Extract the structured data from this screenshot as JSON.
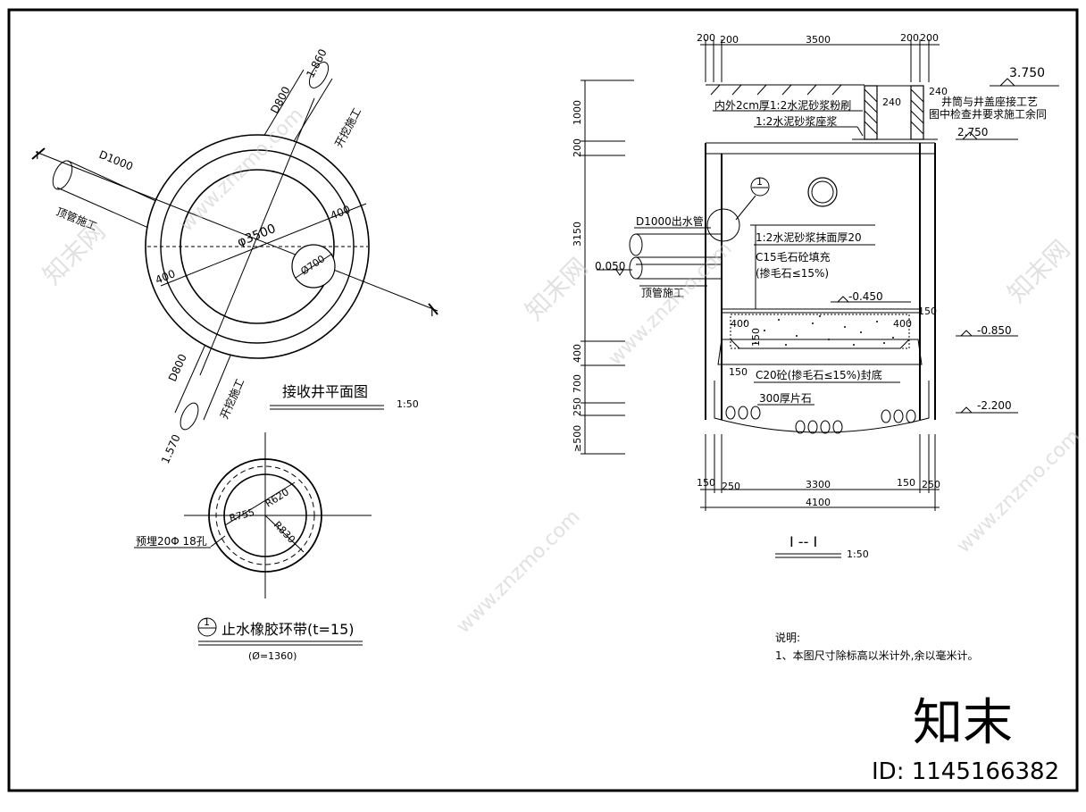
{
  "plan": {
    "title": "接收井平面图",
    "scale": "1:50",
    "dim_dia": "φ3500",
    "wall_a": "400",
    "wall_b": "400",
    "pipe_top": "D800",
    "pipe_top_note": "开挖施工",
    "slope_top": "1.860",
    "pipe_left": "D1000",
    "pipe_left_note": "顶管施工",
    "pipe_bottom": "D800",
    "pipe_bottom_note": "开挖施工",
    "slope_bottom": "1.570",
    "opening": "Ø700",
    "section_mark": "I"
  },
  "ring": {
    "r1": "R755",
    "r2": "R620",
    "r3": "R830",
    "holes": "预埋20Φ 18孔",
    "badge": "1",
    "title": "止水橡胶环带(t=15)",
    "sub": "(Ø=1360)"
  },
  "section": {
    "title": "I -- I",
    "scale": "1:50",
    "top_dims": [
      "200",
      "200",
      "3500",
      "200",
      "200"
    ],
    "left_dims": [
      "1000",
      "200",
      "3150",
      "400",
      "700",
      "250",
      "≥500"
    ],
    "bottom_dims": [
      "150",
      "250",
      "3300",
      "150",
      "250"
    ],
    "total": "4100",
    "elev_top": "3.750",
    "elev_cover": "2.750",
    "elev_floor": "-0.450",
    "elev_mid": "-0.850",
    "elev_bottom": "-2.200",
    "elev_pipe": "0.050",
    "note_plaster": "内外2cm厚1:2水泥砂浆粉刷",
    "note_mortar": "1:2水泥砂浆座浆",
    "note_cover_1": "井筒与井盖座接工艺",
    "note_cover_2": "图中检查井要求施工余同",
    "dim_240a": "240",
    "dim_240b": "240",
    "pipe_label": "D1000出水管",
    "pipe_note": "顶管施工",
    "fill_1": "1:2水泥砂浆抹面厚20",
    "fill_2": "C15毛石砼填充",
    "fill_3": "(掺毛石≤15%)",
    "dim_150a": "150",
    "dim_400a": "400",
    "dim_400b": "400",
    "dim_150b": "150",
    "dim_150c": "150",
    "seal": "C20砼(掺毛石≤15%)封底",
    "stone": "300厚片石",
    "badge": "1"
  },
  "notes": {
    "heading": "说明:",
    "line1": "1、本图尺寸除标高以米计外,余以毫米计。"
  },
  "watermark": {
    "brand": "知末",
    "id": "ID: 1145166382",
    "site": "www.znzmo.com",
    "tag": "知末网"
  }
}
